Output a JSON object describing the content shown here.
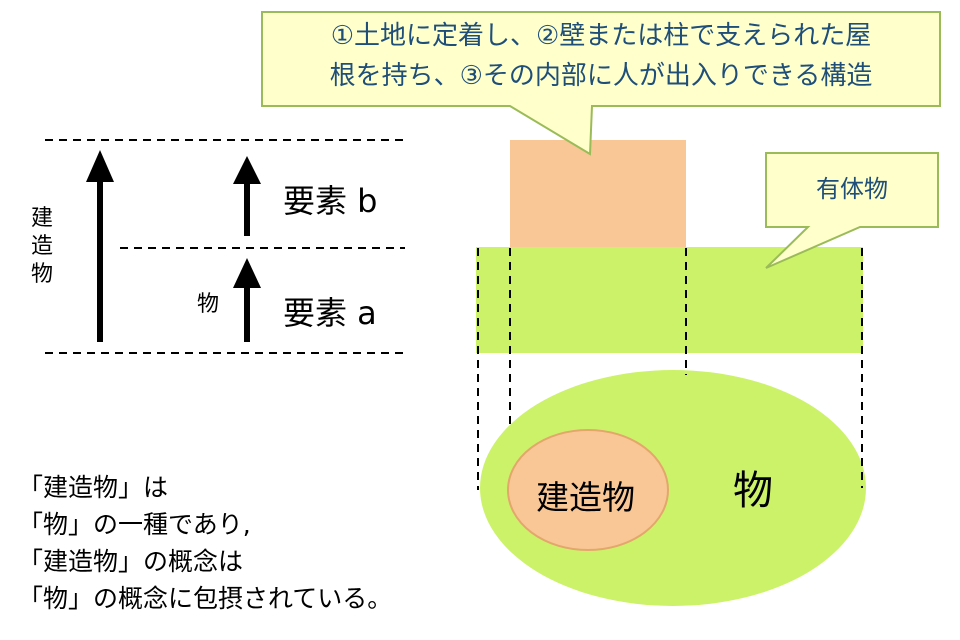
{
  "callout_top": {
    "line1": "①土地に定着し、②壁または柱で支えられた屋",
    "line2": "根を持ち、③その内部に人が出入りできる構造",
    "fill": "#ffffcc",
    "stroke": "#9bbb59"
  },
  "callout_right": {
    "text": "有体物",
    "fill": "#ffffcc",
    "stroke": "#9bbb59"
  },
  "left_diagram": {
    "vertical_label": [
      "建",
      "造",
      "物"
    ],
    "small_label": "物",
    "element_b": "要素 b",
    "element_a": "要素 a"
  },
  "venn": {
    "outer_label": "物",
    "inner_label": "建造物",
    "outer_fill": "#ccf26a",
    "inner_fill": "#f9c795",
    "inner_stroke": "#e3a76b"
  },
  "blocks": {
    "green": "#ccf26a",
    "orange": "#f9c795"
  },
  "note": {
    "lines": [
      "「建造物」は",
      "「物」の一種であり,",
      "「建造物」の概念は",
      "「物」の概念に包摂されている。"
    ]
  }
}
